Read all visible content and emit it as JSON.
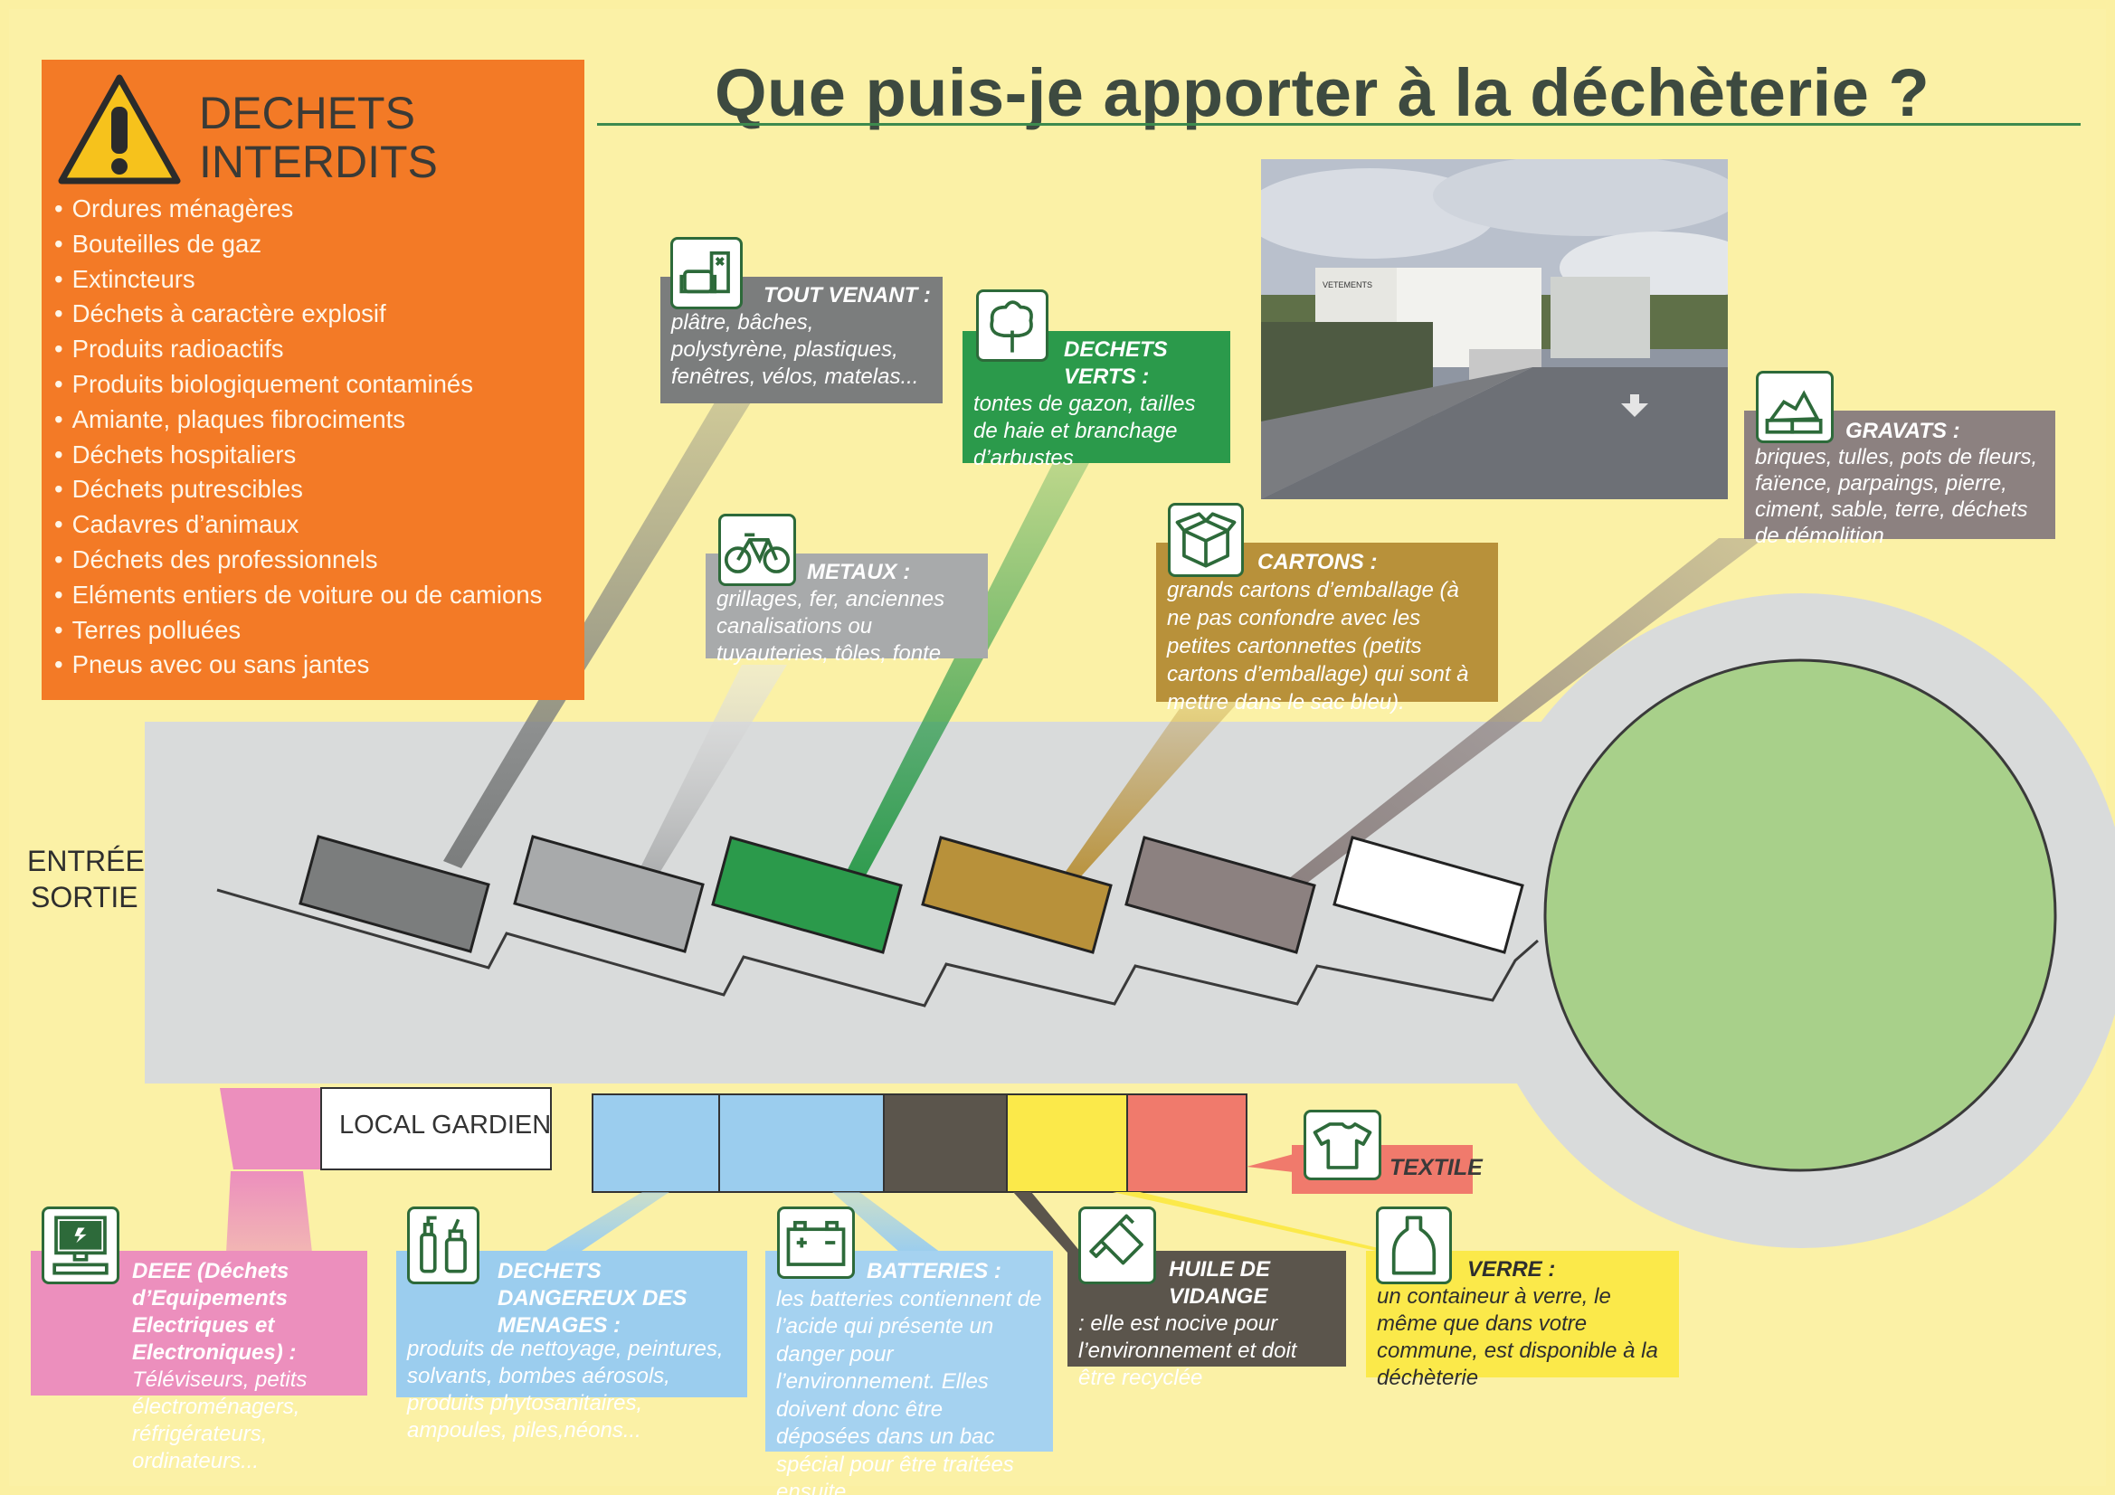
{
  "title": "Que puis-je apporter à la déchèterie ?",
  "forbidden": {
    "title_line1": "DECHETS",
    "title_line2": "INTERDITS",
    "items": [
      "Ordures ménagères",
      "Bouteilles de gaz",
      "Extincteurs",
      "Déchets à caractère explosif",
      "Produits radioactifs",
      "Produits biologiquement contaminés",
      "Amiante, plaques fibrociments",
      "Déchets hospitaliers",
      "Déchets putrescibles",
      "Cadavres d’animaux",
      "Déchets des professionnels",
      "Eléments entiers de voiture ou de camions",
      "Terres polluées",
      "Pneus avec ou sans jantes"
    ]
  },
  "entrance": {
    "line1": "ENTRÉE",
    "line2": "SORTIE"
  },
  "local_gardien": "LOCAL GARDIEN",
  "photo_sign": "VETEMENTS",
  "categories": {
    "tout_venant": {
      "title": "TOUT VENANT :",
      "text": "plâtre, bâches, polystyrène, plastiques, fenêtres, vélos, matelas...",
      "color": "#7b7d7d",
      "icon": "furniture-icon"
    },
    "dechets_verts": {
      "title": "DECHETS VERTS :",
      "text": "tontes de gazon, tailles de haie et branchage d’arbustes",
      "color": "#2b9a4b",
      "icon": "tree-icon"
    },
    "metaux": {
      "title": "METAUX :",
      "text": "grillages, fer, anciennes canalisations ou tuyauteries, tôles, fonte",
      "color": "#a8aaab",
      "icon": "bicycle-icon"
    },
    "cartons": {
      "title": "CARTONS :",
      "text": "grands cartons d’emballage (à ne pas confondre avec les petites cartonnettes (petits cartons d’emballage) qui sont à mettre dans le sac bleu).",
      "color": "#b8913a",
      "icon": "box-icon"
    },
    "gravats": {
      "title": "GRAVATS :",
      "text": "briques, tulles, pots de fleurs, faïence, parpaings, pierre, ciment, sable, terre, déchets de démolition",
      "color": "#8c8180",
      "icon": "rubble-icon"
    },
    "deee": {
      "title": "DEEE (Déchets d’Equipements Electriques et Electroniques) :",
      "text": "Téléviseurs, petits électroménagers, réfrigérateurs, ordinateurs...",
      "color": "#ec8fbd",
      "icon": "computer-icon"
    },
    "dangereux": {
      "title": "DECHETS DANGEREUX DES MENAGES :",
      "text": "produits de nettoyage, peintures, solvants, bombes aérosols, produits phytosanitaires, ampoules, piles,néons...",
      "color": "#9bcdee",
      "icon": "spray-icon"
    },
    "batteries": {
      "title": "BATTERIES :",
      "text": "les batteries contiennent de l’acide qui présente un danger pour l’environnement. Elles doivent donc être déposées dans un bac spécial pour être traitées ensuite",
      "color": "#a5d2f0",
      "icon": "battery-icon"
    },
    "huile": {
      "title": "HUILE DE VIDANGE",
      "text": ": elle est nocive pour l’environnement et doit être recyclée",
      "color": "#5b554c",
      "icon": "oil-can-icon"
    },
    "verre": {
      "title": "VERRE :",
      "text": "un containeur à verre, le même que dans votre commune, est disponible à la déchèterie",
      "color": "#fbe94a",
      "icon": "bottle-icon"
    },
    "textile": {
      "title": "TEXTILE",
      "color": "#f07a6c",
      "icon": "tshirt-icon"
    }
  }
}
